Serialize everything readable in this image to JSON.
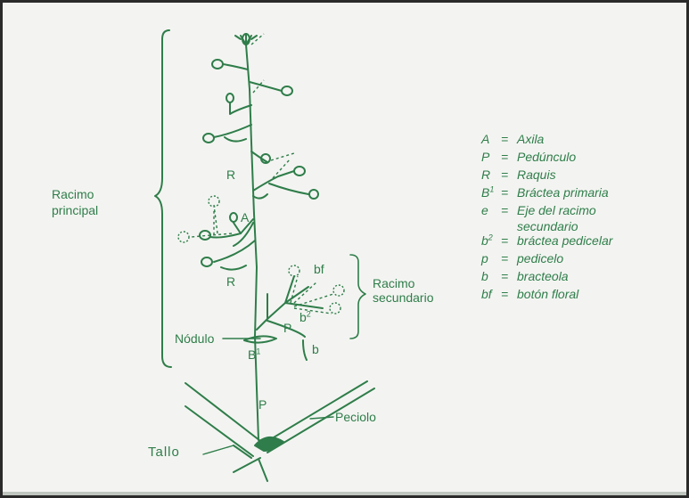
{
  "labels": {
    "racimo_principal": [
      "Racimo",
      "principal"
    ],
    "racimo_secundario": [
      "Racimo",
      "secundario"
    ],
    "nodulo": "Nódulo",
    "tallo": "Tallo",
    "peciolo": "Peciolo",
    "r_upper": "R",
    "r_lower": "R",
    "a": "A",
    "p_small": "P",
    "p_large": "P",
    "b_superscript_2": "b",
    "b1_base": "B",
    "b_small": "b",
    "bf": "bf"
  },
  "superscripts": {
    "one": "1",
    "two": "2"
  },
  "legend": [
    {
      "key": "A",
      "sup": "",
      "eq": "=",
      "text": "Axila"
    },
    {
      "key": "P",
      "sup": "",
      "eq": "=",
      "text": "Pedúnculo"
    },
    {
      "key": "R",
      "sup": "",
      "eq": "=",
      "text": "Raquis"
    },
    {
      "key": "B",
      "sup": "1",
      "eq": "=",
      "text": "Bráctea primaria"
    },
    {
      "key": "e",
      "sup": "",
      "eq": "=",
      "text": "Eje del racimo"
    },
    {
      "key": "",
      "sup": "",
      "eq": "",
      "text": "secundario"
    },
    {
      "key": "b",
      "sup": "2",
      "eq": "=",
      "text": "bráctea pedicelar"
    },
    {
      "key": "p",
      "sup": "",
      "eq": "=",
      "text": "pedicelo"
    },
    {
      "key": "b",
      "sup": "",
      "eq": "=",
      "text": "bracteola"
    },
    {
      "key": "bf",
      "sup": "",
      "eq": "=",
      "text": "botón floral"
    }
  ],
  "colors": {
    "ink": "#2f7d4a",
    "paper": "#f3f4f1",
    "border": "#2a2a2a"
  }
}
